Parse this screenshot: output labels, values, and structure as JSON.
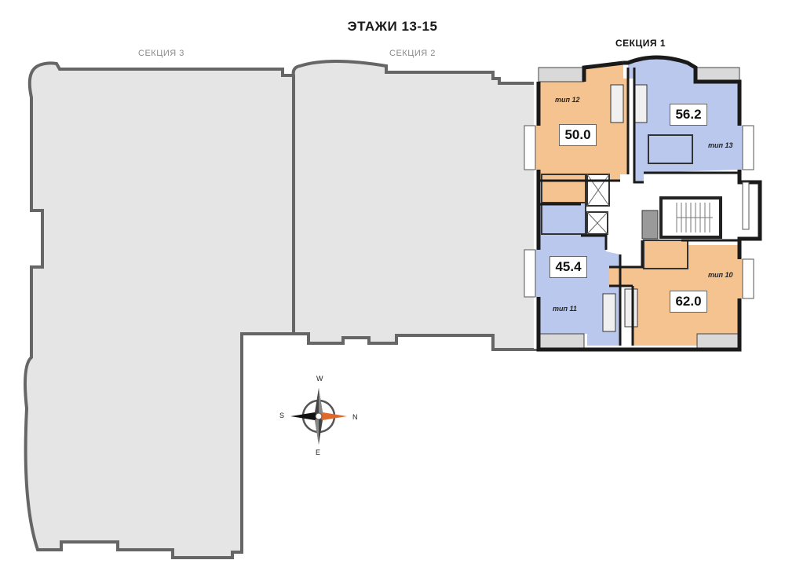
{
  "title": "ЭТАЖИ 13-15",
  "sections": {
    "s1": "СЕКЦИЯ 1",
    "s2": "СЕКЦИЯ 2",
    "s3": "СЕКЦИЯ 3"
  },
  "apartments": [
    {
      "id": "type12",
      "type_label": "тип 12",
      "area": "50.0",
      "color": "#f4c38f"
    },
    {
      "id": "type13",
      "type_label": "тип 13",
      "area": "56.2",
      "color": "#b9c8ec"
    },
    {
      "id": "type11",
      "type_label": "тип 11",
      "area": "45.4",
      "color": "#b9c8ec"
    },
    {
      "id": "type10",
      "type_label": "тип 10",
      "area": "62.0",
      "color": "#f4c38f"
    }
  ],
  "compass": {
    "west": "W",
    "south": "S",
    "north": "N",
    "east": "E"
  },
  "colors": {
    "other_sections": "#e5e5e5",
    "walls": "#1a1a1a",
    "common": "#ffffff",
    "balcony": "#d9d9d9"
  }
}
